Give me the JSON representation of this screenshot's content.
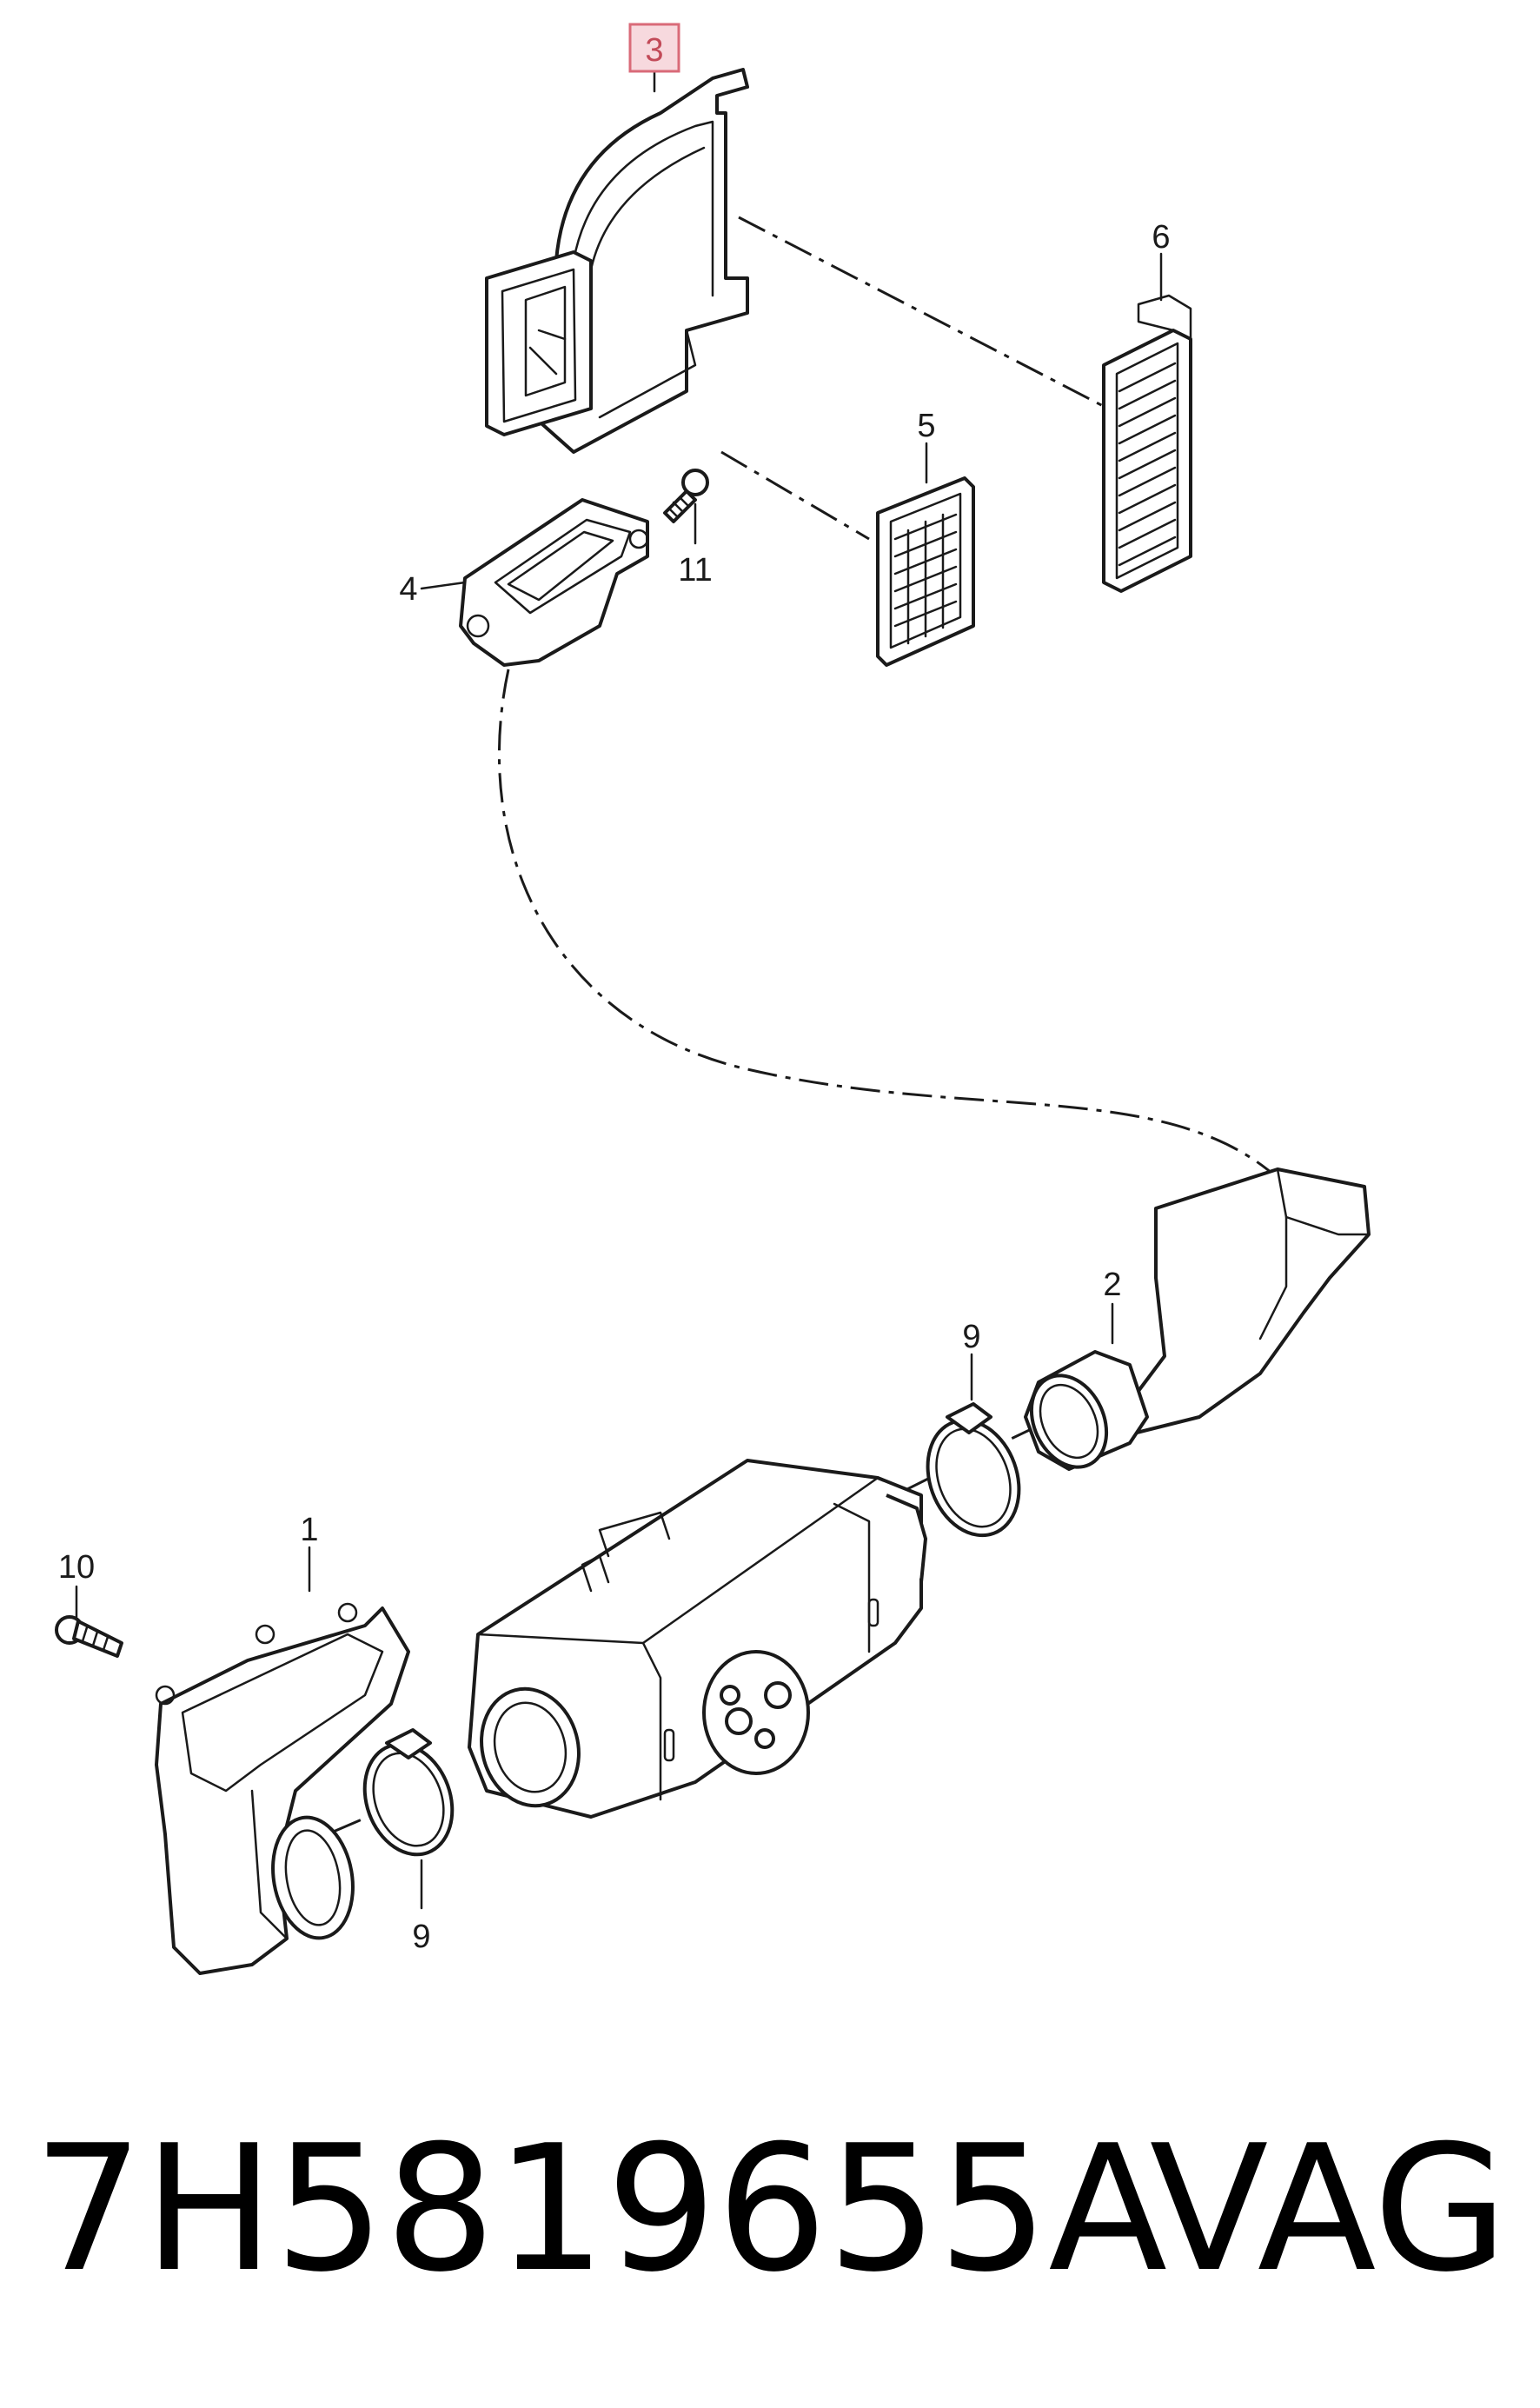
{
  "callouts": {
    "c1": "1",
    "c2": "2",
    "c3": "3",
    "c4": "4",
    "c5": "5",
    "c6": "6",
    "c9a": "9",
    "c9b": "9",
    "c10": "10",
    "c11": "11"
  },
  "highlighted_callout": "3",
  "footer": {
    "part_number": "7H5819655A",
    "brand": "VAG"
  },
  "colors": {
    "highlight_fill": "#f7d9de",
    "highlight_border": "#d96a78",
    "line": "#1a1a1a"
  }
}
